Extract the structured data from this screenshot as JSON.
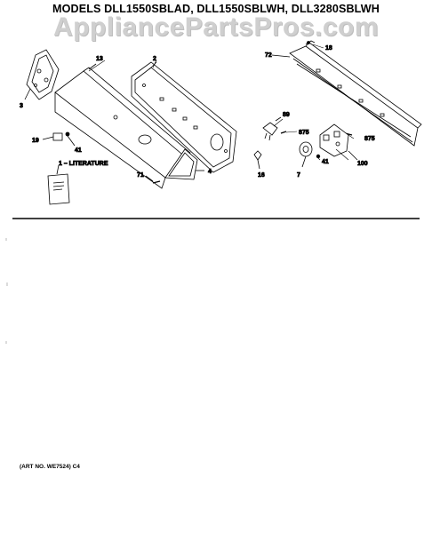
{
  "title": "MODELS DLL1550SBLAD, DLL1550SBLWH, DLL3280SBLWH",
  "watermark": "AppliancePartsPros.com",
  "art_number": "(ART NO. WE7524) C4",
  "callouts": {
    "p13": "13",
    "p2": "2",
    "p18": "18",
    "p72": "72",
    "p3": "3",
    "p89": "89",
    "p875a": "875",
    "p875b": "875",
    "p19": "19",
    "p41a": "41",
    "p41b": "41",
    "p100": "100",
    "p1": "1 – LITERATURE",
    "p71": "71",
    "p4": "4",
    "p16": "16",
    "p7": "7"
  }
}
